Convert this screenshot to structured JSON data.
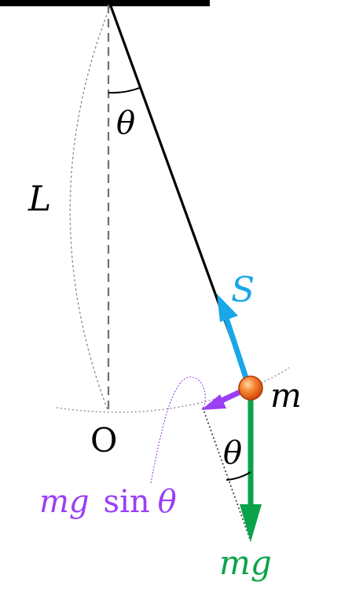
{
  "labels": {
    "theta_top": "θ",
    "length": "L",
    "tension": "S",
    "mass": "m",
    "origin": "O",
    "theta_bottom": "θ",
    "tangential_mg": "mg",
    "tangential_sin": "sin",
    "tangential_theta": "θ",
    "weight": "mg"
  },
  "colors": {
    "string": "#000000",
    "support": "#000000",
    "tension_arrow": "#1aa7e8",
    "tangential_arrow": "#9b3ff5",
    "weight_arrow": "#0aa34a",
    "bob": "#ee5a1a",
    "guide_lines": "#8a8a8a"
  }
}
